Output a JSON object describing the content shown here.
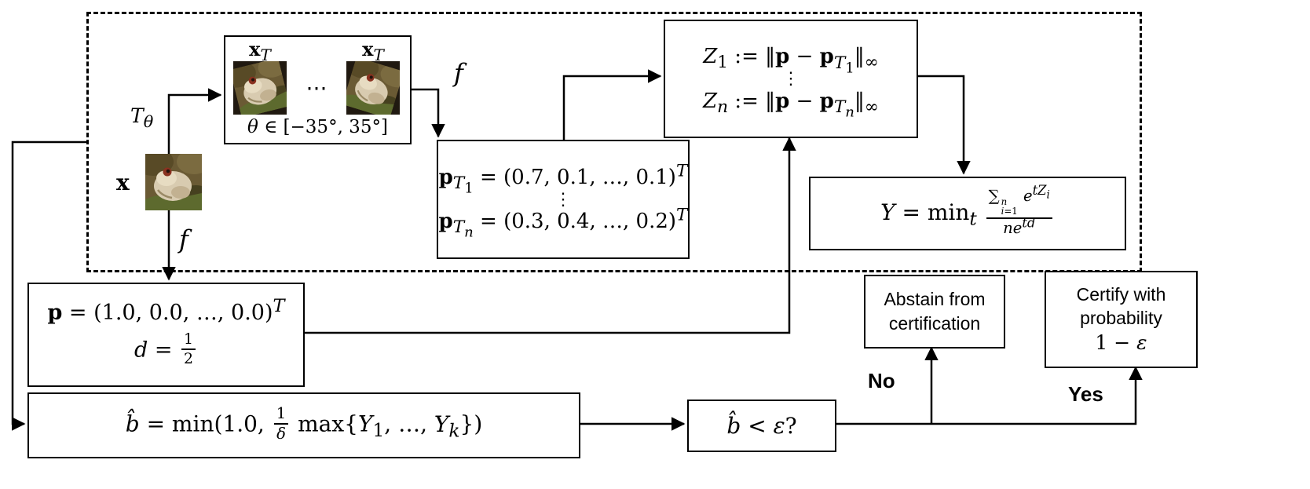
{
  "colors": {
    "ink": "#000000",
    "paper": "#ffffff"
  },
  "images": {
    "input": "frog-photo",
    "transformed": "rotated-frog-photo"
  },
  "xt_box": {
    "label_left_html": "<b>x</b><sub><i>T</i></sub>",
    "label_right_html": "<b>x</b><sub><i>T</i></sub>",
    "dots": "⋯",
    "theta_html": "<i>θ</i> ∈ [−35°, 35°]"
  },
  "labels": {
    "x_html": "<b>x</b>",
    "t_theta_html": "<i>T</i><sub><i>θ</i></sub>",
    "f_top_html": "<i>f</i>",
    "f_left_html": "<i>f</i>",
    "no": "No",
    "yes": "Yes"
  },
  "pt_box": {
    "line1_html": "<b>p</b><sub><i>T</i><sub>1</sub></sub> = (0.7, 0.1, …, 0.1)<sup><i>T</i></sup>",
    "dots": "⋮",
    "line2_html": "<b>p</b><sub><i>T<sub>n</sub></i></sub> = (0.3, 0.4, …, 0.2)<sup><i>T</i></sup>"
  },
  "z_box": {
    "line1_html": "<i>Z</i><sub>1</sub> := ‖<b>p</b> − <b>p</b><sub><i>T</i><sub>1</sub></sub>‖<sub>∞</sub>",
    "dots": "⋮",
    "line2_html": "<i>Z<sub>n</sub></i> := ‖<b>p</b> − <b>p</b><sub><i>T<sub>n</sub></i></sub>‖<sub>∞</sub>"
  },
  "y_box": {
    "formula_html": "<i>Y</i> = min<sub><i>t</i></sub> <span class=frac><span class=fn>∑<span class=ss><span class=sst><i>n</i></span><span class=ssb><i>i</i>=1</span></span> <i>e</i><sup><i>tZ<sub>i</sub></i></sup></span><span class=fd><i>ne</i><sup><i>td</i></sup></span></span>"
  },
  "p_box": {
    "line1_html": "<b>p</b> = (1.0, 0.0, …, 0.0)<sup><i>T</i></sup>",
    "line2_html": "<i>d</i> = <span class=frac><span class=fn>1</span><span class=fd>2</span></span>"
  },
  "bhat_box": {
    "formula_html": "<i>b̂</i> = min(1.0, <span class=frac><span class=fn>1</span><span class=fd><i>δ</i></span></span> max{<i>Y</i><sub>1</sub>, …, <i>Y<sub>k</sub></i>})"
  },
  "condition_box": {
    "formula_html": "<i>b̂</i> &lt; <i>ε</i>?"
  },
  "abstain_box": {
    "line1": "Abstain from",
    "line2": "certification"
  },
  "certify_box": {
    "line1": "Certify with",
    "line2": "probability",
    "line3_html": "1 − <i>ε</i>"
  }
}
